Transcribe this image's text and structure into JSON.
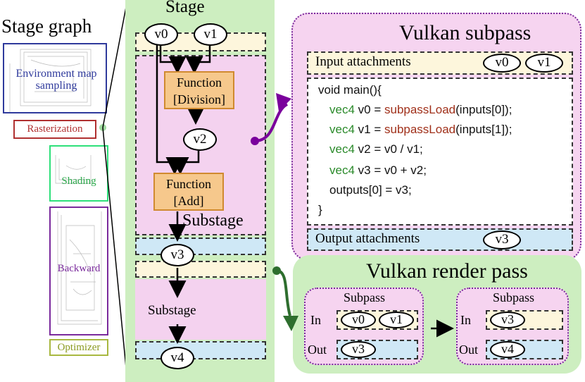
{
  "stage_graph": {
    "title": "Stage graph",
    "groups": [
      {
        "label": "Environment map sampling",
        "color": "#2f3a9c"
      },
      {
        "label": "Rasterization",
        "color": "#b03030"
      },
      {
        "label": "Shading",
        "color": "#2aa84a"
      },
      {
        "label": "Backward",
        "color": "#7a2a9c"
      },
      {
        "label": "Optimizer",
        "color": "#8a9a20"
      }
    ]
  },
  "stage": {
    "title": "Stage",
    "inputs": [
      "v0",
      "v1"
    ],
    "functions": [
      "Function [Division]",
      "Function [Add]"
    ],
    "intermediate": "v2",
    "substage_label": "Substage",
    "output": "v3",
    "substage2_label": "Substage",
    "final": "v4"
  },
  "subpass": {
    "title": "Vulkan subpass",
    "input_label": "Input attachments",
    "inputs": [
      "v0",
      "v1"
    ],
    "code": [
      "void main(){",
      "vec4 v0 = subpassLoad(inputs[0]);",
      "vec4 v1 = subpassLoad(inputs[1]);",
      "vec4 v2 = v0 / v1;",
      "vec4 v3 = v0 + v2;",
      "outputs[0] = v3;",
      "}"
    ],
    "output_label": "Output attachments",
    "outputs": [
      "v3"
    ]
  },
  "render_pass": {
    "title": "Vulkan render pass",
    "subpasses": [
      {
        "title": "Subpass",
        "in_label": "In",
        "in": [
          "v0",
          "v1"
        ],
        "out_label": "Out",
        "out": [
          "v3"
        ]
      },
      {
        "title": "Subpass",
        "in_label": "In",
        "in": [
          "v3"
        ],
        "out_label": "Out",
        "out": [
          "v4"
        ]
      }
    ]
  }
}
